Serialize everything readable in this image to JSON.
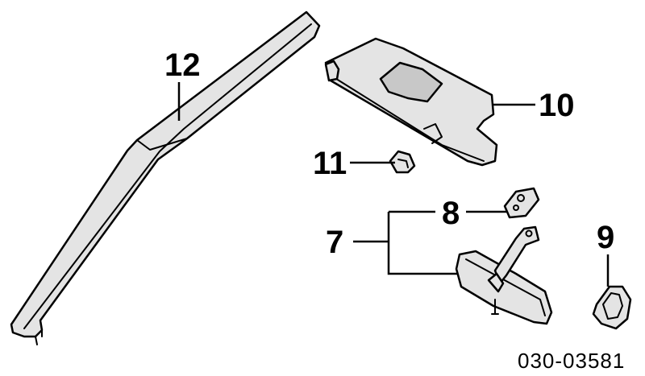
{
  "callouts": {
    "part_12": "12",
    "part_10": "10",
    "part_11": "11",
    "part_8": "8",
    "part_7": "7",
    "part_9": "9"
  },
  "diagram_code": "030-03581"
}
